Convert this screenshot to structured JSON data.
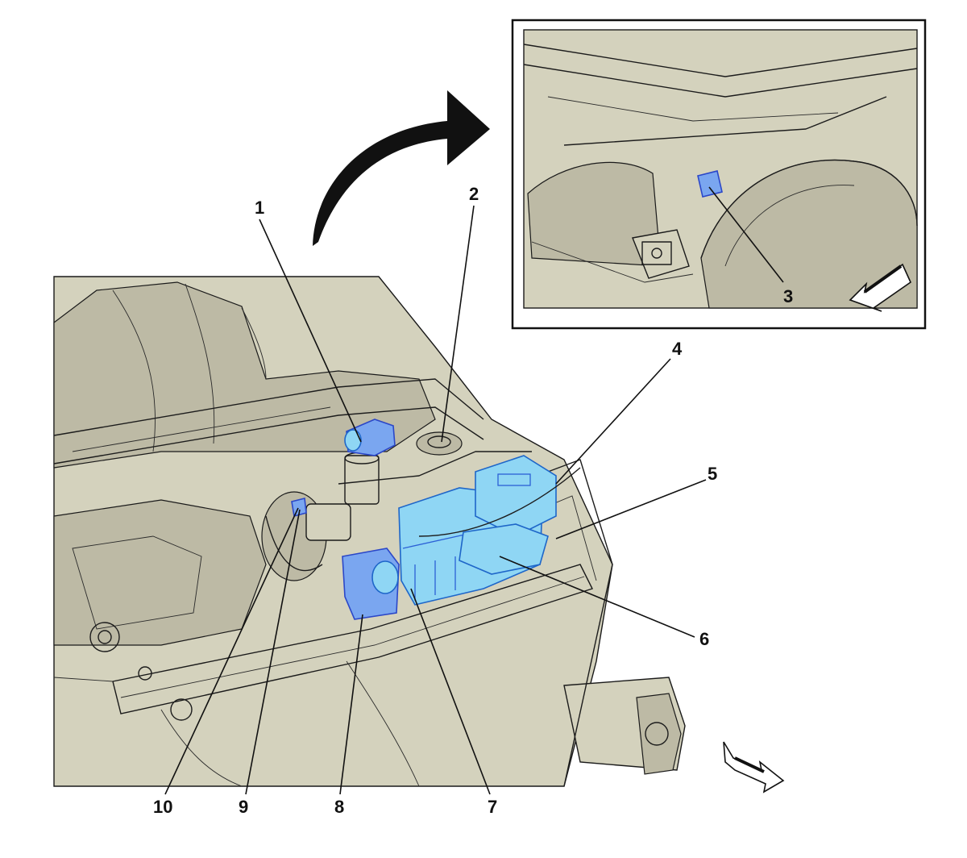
{
  "diagram": {
    "callouts": [
      {
        "id": "1",
        "label": "1"
      },
      {
        "id": "2",
        "label": "2"
      },
      {
        "id": "3",
        "label": "3"
      },
      {
        "id": "4",
        "label": "4"
      },
      {
        "id": "5",
        "label": "5"
      },
      {
        "id": "6",
        "label": "6"
      },
      {
        "id": "7",
        "label": "7"
      },
      {
        "id": "8",
        "label": "8"
      },
      {
        "id": "9",
        "label": "9"
      },
      {
        "id": "10",
        "label": "10"
      }
    ],
    "colors": {
      "body": "#d4d2bd",
      "body_shadow": "#bdbaa5",
      "highlight": "#8fd6f4",
      "highlight_alt": "#7aa6f0",
      "ink": "#1a1a1a"
    },
    "icons": [
      "curved-arrow-icon",
      "direction-arrow-icon"
    ]
  }
}
